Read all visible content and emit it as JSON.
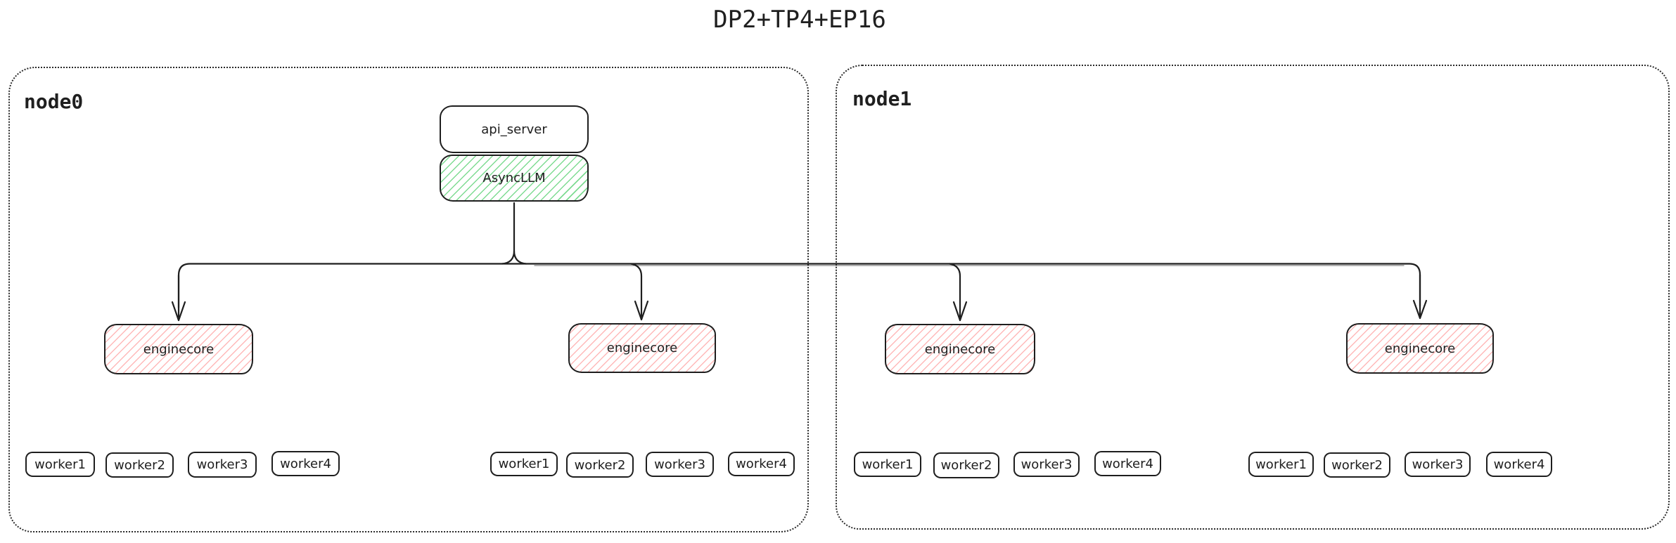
{
  "title": "DP2+TP4+EP16",
  "colors": {
    "stroke": "#1e1e1e",
    "container_stroke": "#2a2a2a",
    "hatch_green": "#7edb92",
    "hatch_red": "#ffb9b9",
    "bg": "#ffffff"
  },
  "nodes": [
    {
      "label": "node0",
      "api_server_label": "api_server",
      "async_llm_label": "AsyncLLM",
      "engines": [
        {
          "label": "enginecore",
          "workers": [
            "worker1",
            "worker2",
            "worker3",
            "worker4"
          ]
        },
        {
          "label": "enginecore",
          "workers": [
            "worker1",
            "worker2",
            "worker3",
            "worker4"
          ]
        }
      ]
    },
    {
      "label": "node1",
      "engines": [
        {
          "label": "enginecore",
          "workers": [
            "worker1",
            "worker2",
            "worker3",
            "worker4"
          ]
        },
        {
          "label": "enginecore",
          "workers": [
            "worker1",
            "worker2",
            "worker3",
            "worker4"
          ]
        }
      ]
    }
  ]
}
